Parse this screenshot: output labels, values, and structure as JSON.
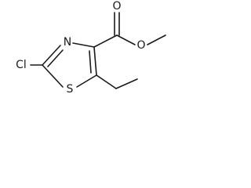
{
  "molecule": {
    "atoms": {
      "chlorine": "Cl",
      "ring_nitrogen": "N",
      "ring_sulfur": "S",
      "carbonyl_oxygen": "O",
      "ester_oxygen": "O"
    }
  }
}
